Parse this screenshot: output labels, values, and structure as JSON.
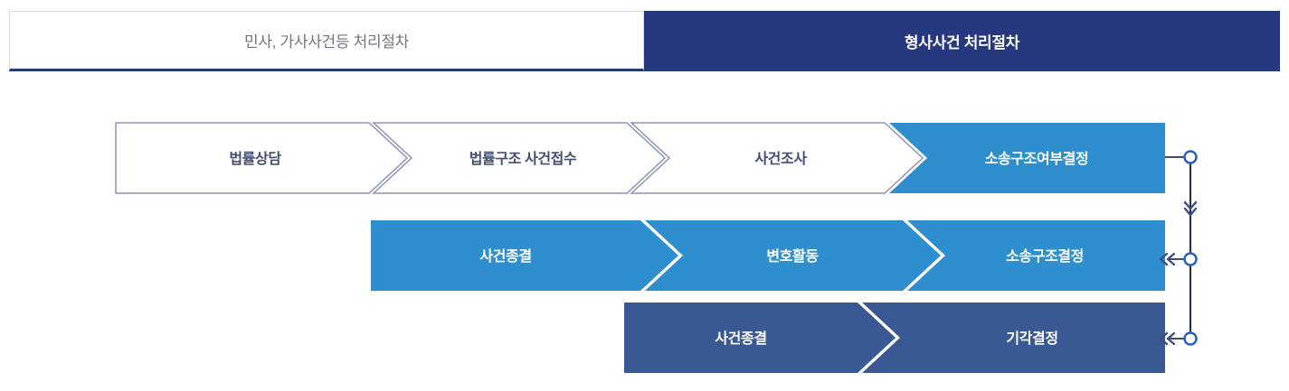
{
  "tabs": [
    {
      "label": "민사, 가사사건등 처리절차",
      "active": false,
      "name": "tab-civil-family"
    },
    {
      "label": "형사사건 처리절차",
      "active": true,
      "name": "tab-criminal"
    }
  ],
  "colors": {
    "tab_active_bg": "#26387e",
    "tab_inactive_text": "#717680",
    "row1_outline": "#8b93b8",
    "row1_text": "#434f72",
    "accent_blue": "#2f8fce",
    "deep_blue": "#3a5894",
    "connector": "#1f2a5a",
    "connector_circle": "#2b5fbf"
  },
  "flow": {
    "row1": {
      "name": "flow-row-intake",
      "direction": "right",
      "steps": [
        {
          "label": "법률상담",
          "style": "outline"
        },
        {
          "label": "법률구조 사건접수",
          "style": "outline"
        },
        {
          "label": "사건조사",
          "style": "outline"
        },
        {
          "label": "소송구조여부결정",
          "style": "filled-blue"
        }
      ]
    },
    "row2": {
      "name": "flow-row-granted",
      "direction": "left",
      "steps": [
        {
          "label": "사건종결",
          "style": "filled-blue"
        },
        {
          "label": "변호활동",
          "style": "filled-blue"
        },
        {
          "label": "소송구조결정",
          "style": "filled-blue"
        }
      ]
    },
    "row3": {
      "name": "flow-row-denied",
      "direction": "left",
      "steps": [
        {
          "label": "사건종결",
          "style": "filled-deep"
        },
        {
          "label": "기각결정",
          "style": "filled-deep"
        }
      ]
    },
    "connectors": [
      {
        "name": "connector-node-decision",
        "marker": "node"
      },
      {
        "name": "connector-chevron-down",
        "marker": "double-chevron-down"
      },
      {
        "name": "connector-node-granted",
        "marker": "node-with-left-arrows"
      },
      {
        "name": "connector-node-denied",
        "marker": "node-with-left-arrows"
      }
    ]
  }
}
